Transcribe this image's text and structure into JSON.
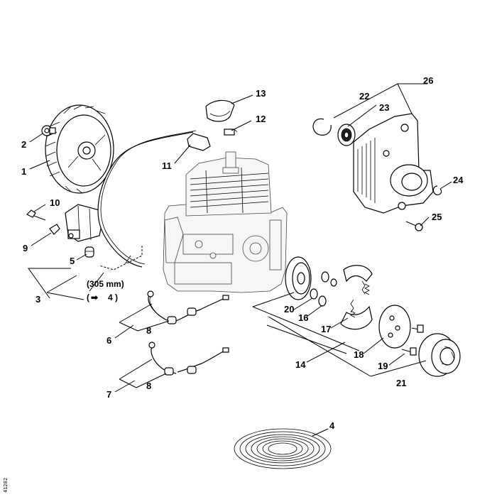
{
  "callouts": {
    "c1": "1",
    "c2": "2",
    "c3": "3",
    "c4a": "4",
    "c4b": "4",
    "c5": "5",
    "c6": "6",
    "c7": "7",
    "c8a": "8",
    "c8b": "8",
    "c9": "9",
    "c10": "10",
    "c11": "11",
    "c12": "12",
    "c13": "13",
    "c14": "14",
    "c16": "16",
    "c17": "17",
    "c18": "18",
    "c19": "19",
    "c20": "20",
    "c21": "21",
    "c22": "22",
    "c23": "23",
    "c24": "24",
    "c25": "25",
    "c26": "26"
  },
  "note_length": "(305 mm)",
  "note_arrow": "➡",
  "side_code": "41282"
}
